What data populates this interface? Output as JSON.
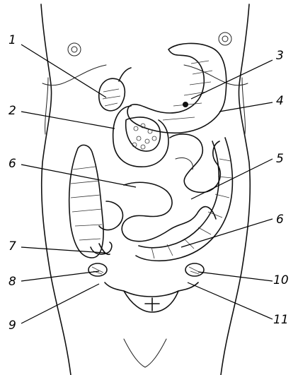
{
  "labels": [
    "1",
    "2",
    "3",
    "4",
    "5",
    "6",
    "6",
    "7",
    "8",
    "9",
    "10",
    "11"
  ]
}
